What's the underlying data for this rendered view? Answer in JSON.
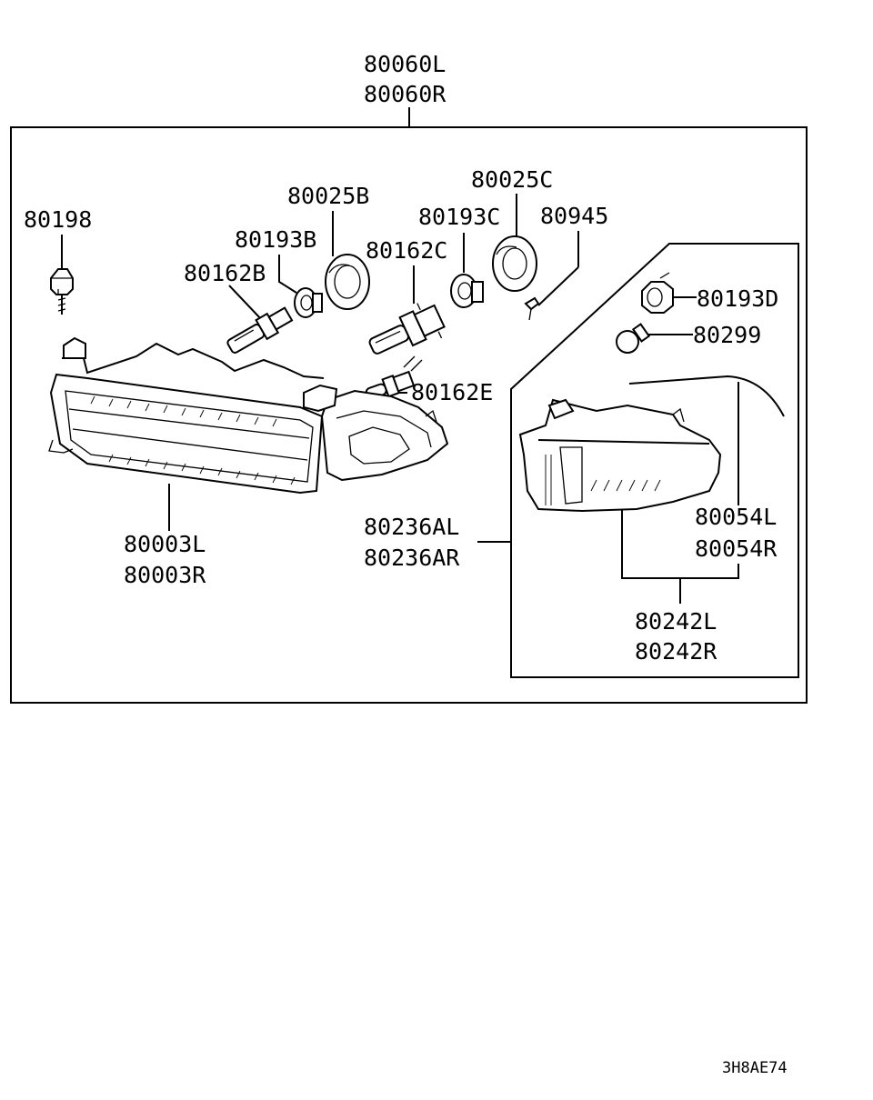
{
  "assembly": {
    "label_l": "80060L",
    "label_r": "80060R"
  },
  "parts": {
    "screw_80198": "80198",
    "socket_80025b": "80025B",
    "socket_80193b": "80193B",
    "bulb_80162b": "80162B",
    "socket_80025c": "80025C",
    "socket_80193c": "80193C",
    "screw_80945": "80945",
    "bulb_80162c": "80162C",
    "bulb_80162e": "80162E",
    "socket_80193d": "80193D",
    "bulb_80299": "80299",
    "headlamp_l": "80003L",
    "headlamp_r": "80003R",
    "turn_lamp_l": "80236AL",
    "turn_lamp_r": "80236AR",
    "gasket_l": "80054L",
    "gasket_r": "80054R",
    "lens_l": "80242L",
    "lens_r": "80242R"
  },
  "drawing_code": "3H8AE74",
  "icons": [
    "screw-icon",
    "bulb-icon",
    "bulb-socket-icon",
    "headlamp-icon",
    "turn-signal-lamp-icon"
  ]
}
